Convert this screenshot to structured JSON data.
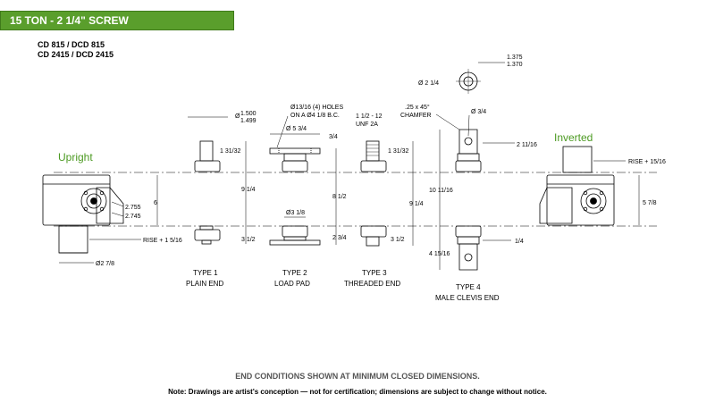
{
  "title": "15 TON - 2 1/4\" SCREW",
  "models": [
    "CD 815 / DCD 815",
    "CD 2415 / DCD 2415"
  ],
  "orientation_labels": {
    "upright": "Upright",
    "inverted": "Inverted"
  },
  "upright_dims": {
    "height": "6",
    "shaft_upper": "2.755",
    "shaft_lower": "2.745",
    "rise": "RISE + 1 5/16",
    "dia": "Ø2 7/8"
  },
  "type1": {
    "label_line1": "TYPE 1",
    "label_line2": "PLAIN END",
    "dia_upper": "1.500",
    "dia_lower": "1.499",
    "dia_prefix": "Ø",
    "dim_top": "1 31/32",
    "dim_total": "9 1/4",
    "dim_bottom": "3 1/2"
  },
  "type2": {
    "label_line1": "TYPE 2",
    "label_line2": "LOAD PAD",
    "holes": "Ø13/16 (4) HOLES",
    "bolt_circle": "ON A Ø4 1/8 B.C.",
    "pad_dia": "Ø 5 3/4",
    "dim_top": "3/4",
    "pad_small": "Ø3 1/8",
    "dim_total": "8 1/2",
    "dim_bottom": "2 3/4"
  },
  "type3": {
    "label_line1": "TYPE 3",
    "label_line2": "THREADED END",
    "thread1": "1 1/2 - 12",
    "thread2": "UNF 2A",
    "dim_top": "1 31/32",
    "dim_total": "9 1/4",
    "dim_bottom": "3 1/2"
  },
  "type4": {
    "label_line1": "TYPE 4",
    "label_line2": "MALE CLEVIS END",
    "top_dia": "Ø 2 1/4",
    "pin_upper": "1.375",
    "pin_lower": "1.370",
    "chamfer1": ".25 x 45°",
    "chamfer2": "CHAMFER",
    "pin_dia": "Ø 3/4",
    "dim_top": "2 11/16",
    "dim_total": "10 11/16",
    "dim_bottom": "4 15/16",
    "dim_small": "1/4"
  },
  "inverted_dims": {
    "rise": "RISE + 15/16",
    "height": "5 7/8"
  },
  "footer_main": "END CONDITIONS SHOWN AT MINIMUM CLOSED DIMENSIONS.",
  "footer_note": "Note: Drawings are artist's conception — not for certification; dimensions are subject to change without notice."
}
